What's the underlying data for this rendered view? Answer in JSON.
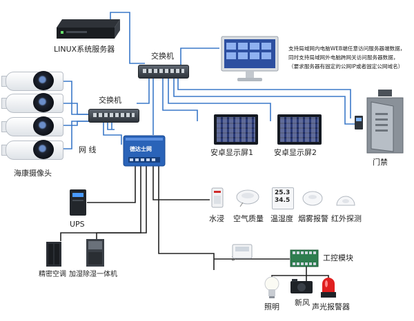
{
  "labels": {
    "linux_server": "LINUX系统服务器",
    "switch_top": "交换机",
    "switch_left": "交换机",
    "network_cable": "网 线",
    "hikvision_camera": "海康摄像头",
    "android_screen_1": "安卓显示屏1",
    "android_screen_2": "安卓显示屏2",
    "access_control": "门禁",
    "ups": "UPS",
    "precision_ac": "精密空调",
    "dehumidifier": "加湿除湿一体机",
    "water_leak": "水浸",
    "air_quality": "空气质量",
    "temp_humidity": "温湿度",
    "smoke_alarm": "烟雾报警",
    "infrared": "红外探测",
    "io_module": "工控模块",
    "lighting": "照明",
    "fresh_air": "新风",
    "sound_light_alarm": "声光报警器",
    "gateway_brand": "德达士网"
  },
  "note": {
    "line1": "支持局域网内电脑WEB端任意访问服务器端数据，",
    "line2": "同时支持局域网外电脑跨网关访问服务器数据，",
    "line3": "（要求服务器有固定的公网IP或者固定公网域名）"
  },
  "sensor_display": {
    "value1": "25.3",
    "value2": "34.5"
  },
  "colors": {
    "wire_data": "#3a78c8",
    "wire_power": "#222222",
    "gateway_blue": "#2a63b8",
    "alarm_red": "#e02020"
  }
}
